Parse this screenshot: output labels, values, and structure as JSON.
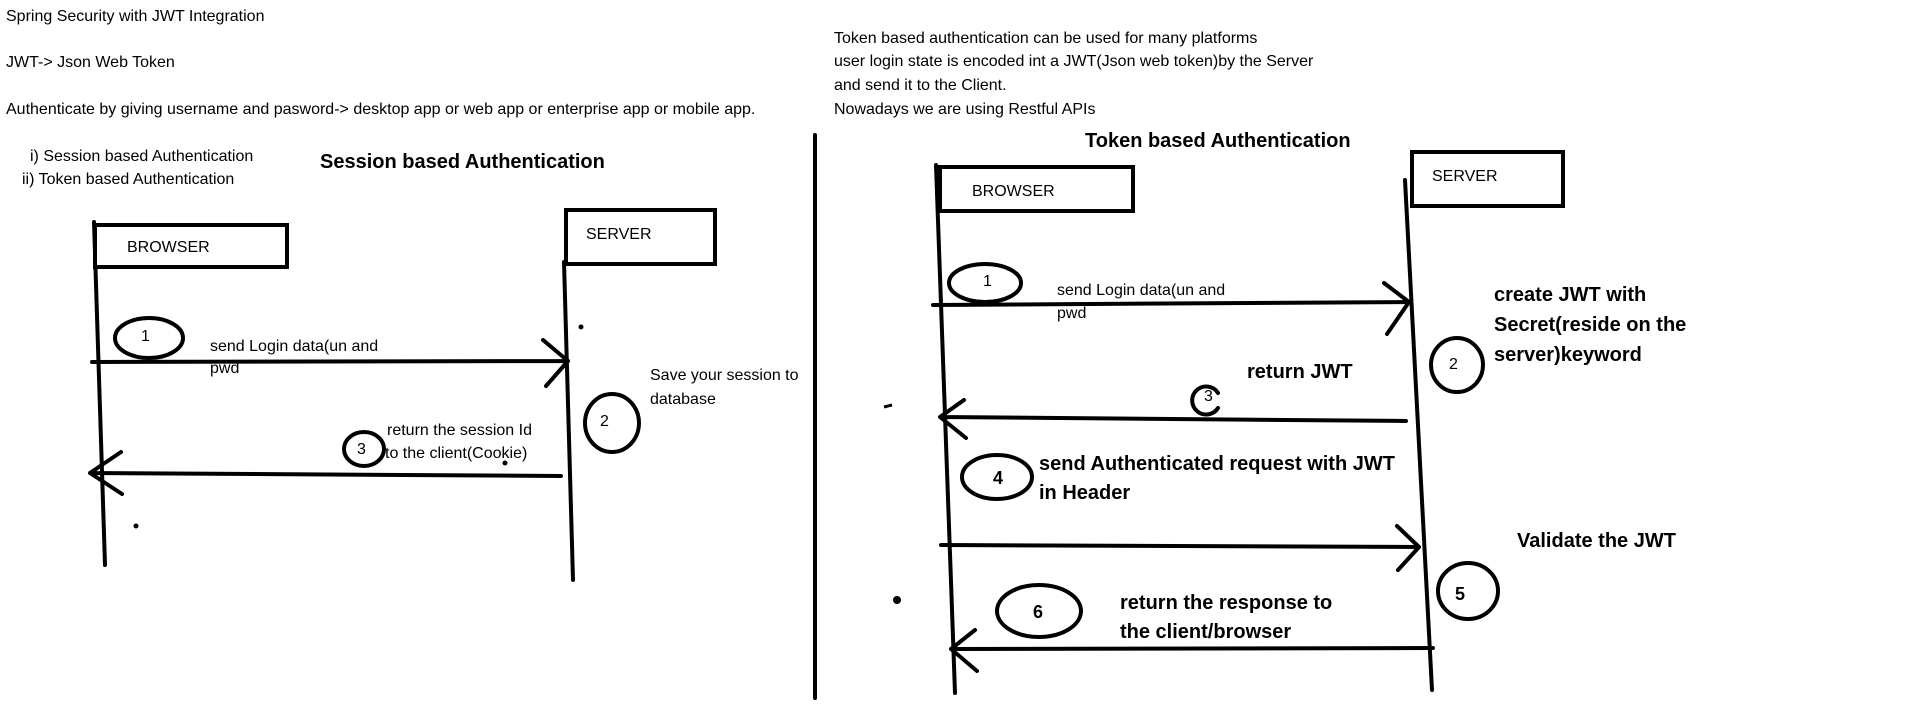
{
  "header": {
    "line1": "Spring Security with JWT Integration",
    "line2": "JWT-> Json Web Token",
    "line3": "Authenticate by giving username and pasword-> desktop app or web app or enterprise app or mobile app."
  },
  "types": {
    "item1": "i) Session based Authentication",
    "item2": "ii) Token based Authentication"
  },
  "intro": {
    "line1": "Token based authentication can be used for many platforms",
    "line2": "user login state is encoded int a JWT(Json web token)by the Server",
    "line3": "and send it to the Client.",
    "line4": "Nowadays we are using Restful APIs"
  },
  "session": {
    "title": "Session based Authentication",
    "browser": "BROWSER",
    "server": "SERVER",
    "step1_num": "1",
    "step1_line1": "send Login data(un and",
    "step1_line2": "pwd",
    "step2_num": "2",
    "step2_line1": "Save your session to",
    "step2_line2": "database",
    "step3_num": "3",
    "step3_line1": "return the session Id",
    "step3_line2": "to the client(Cookie)"
  },
  "token": {
    "title": "Token based Authentication",
    "browser": "BROWSER",
    "server": "SERVER",
    "step1_num": "1",
    "step1_line1": "send Login data(un and",
    "step1_line2": "pwd",
    "step2_num": "2",
    "step2_line1": "create JWT with",
    "step2_line2": "Secret(reside on the",
    "step2_line3": "server)keyword",
    "step3_num": "3",
    "step3_label": "return JWT",
    "step4_num": "4",
    "step4_line1": "send Authenticated request with JWT",
    "step4_line2": "in Header",
    "step5_num": "5",
    "step5_label": "Validate the JWT",
    "step6_num": "6",
    "step6_line1": "return the response to",
    "step6_line2": "the client/browser"
  }
}
